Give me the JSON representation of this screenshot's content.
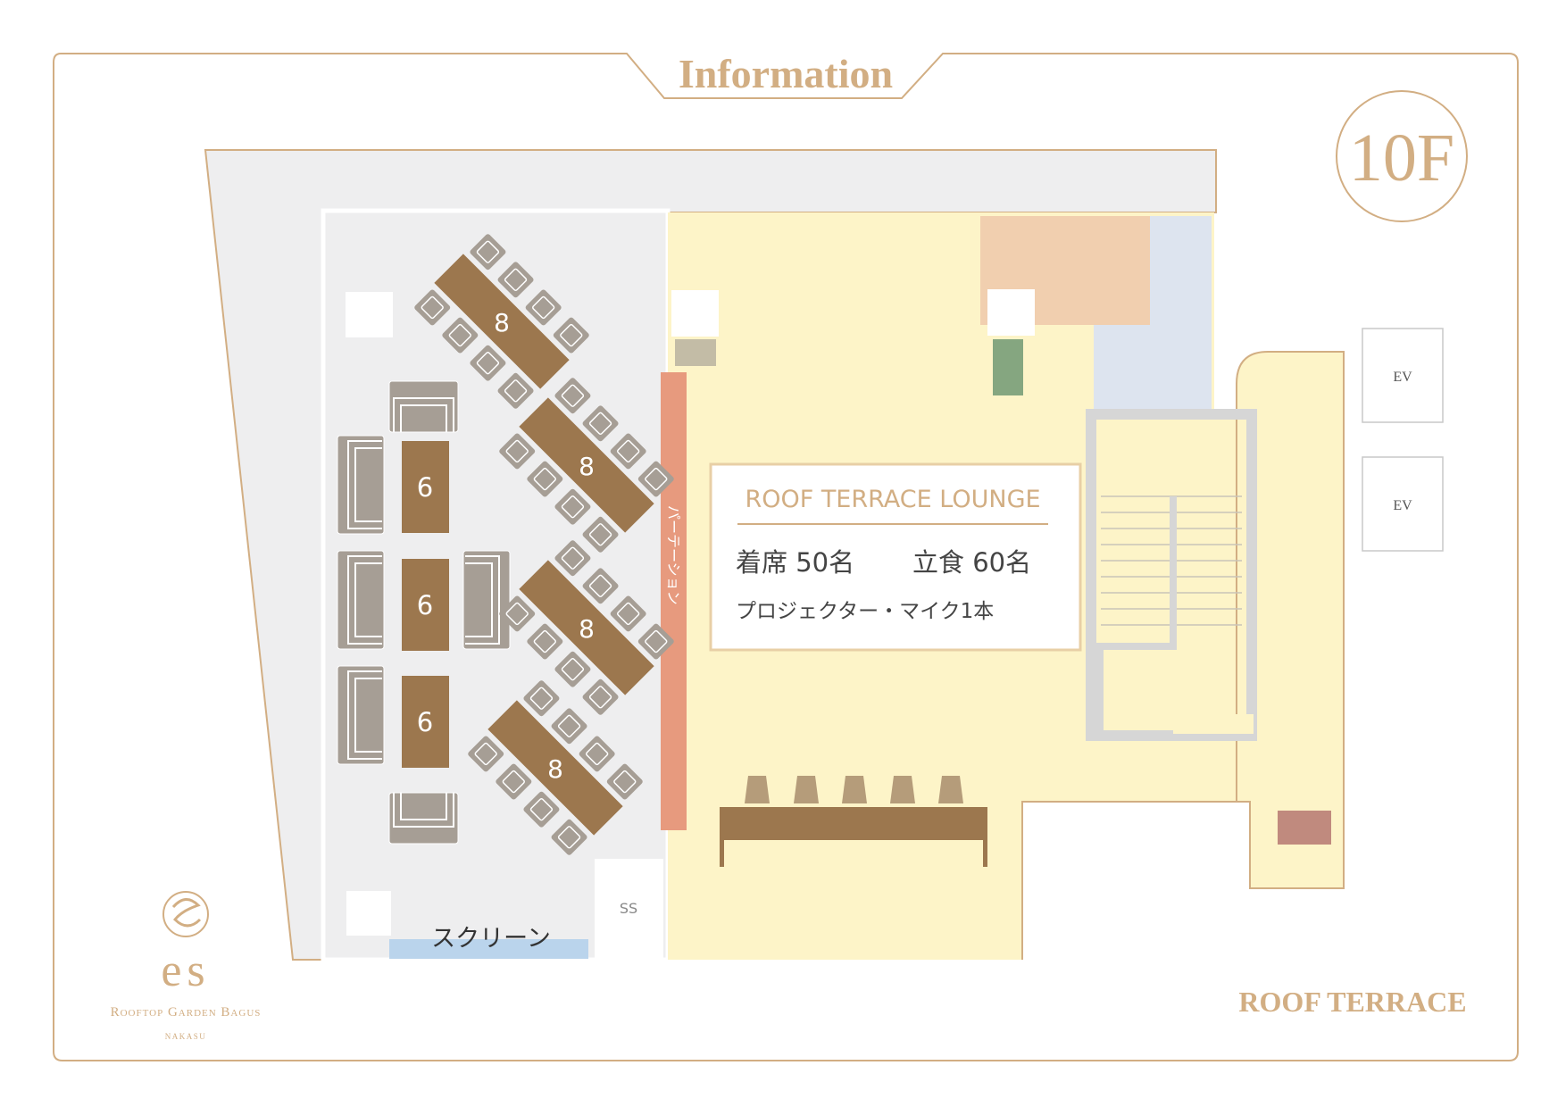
{
  "header": {
    "title": "Information"
  },
  "floor": {
    "label": "10F"
  },
  "lounge": {
    "name": "ROOF TERRACE LOUNGE",
    "capacity_seated": "着席 50名",
    "capacity_standing": "立食 60名",
    "equipment": "プロジェクター・マイク1本"
  },
  "partition_label": "パーテーション",
  "screen_label": "スクリーン",
  "ss_label": "SS",
  "elevators": [
    {
      "label": "EV"
    },
    {
      "label": "EV"
    }
  ],
  "tables": {
    "diagonal": [
      {
        "seats": "8"
      },
      {
        "seats": "8"
      },
      {
        "seats": "8"
      },
      {
        "seats": "8"
      }
    ],
    "sofa": [
      {
        "seats": "6"
      },
      {
        "seats": "6"
      },
      {
        "seats": "6"
      }
    ]
  },
  "roof_terrace_label": "ROOF TERRACE",
  "logo": {
    "monogram": "es",
    "name": "Rooftop Garden Bagus",
    "area": "NAKASU"
  },
  "colors": {
    "accent": "#d2ae83",
    "table": "#9c774e",
    "chair": "#a69e95",
    "partition": "#e79a7e",
    "lounge_floor": "#fdf4c8",
    "terrace_floor": "#eeeeef",
    "kitchen": "#f1cfaf",
    "blue_zone": "#dde4ef",
    "screen": "#bad4ec",
    "plant": "#85a680",
    "fixture_grey": "#c3bca6",
    "stair_wall": "#d6d6d6",
    "brown_box": "#c08a7e",
    "stool": "#b59c7a"
  }
}
